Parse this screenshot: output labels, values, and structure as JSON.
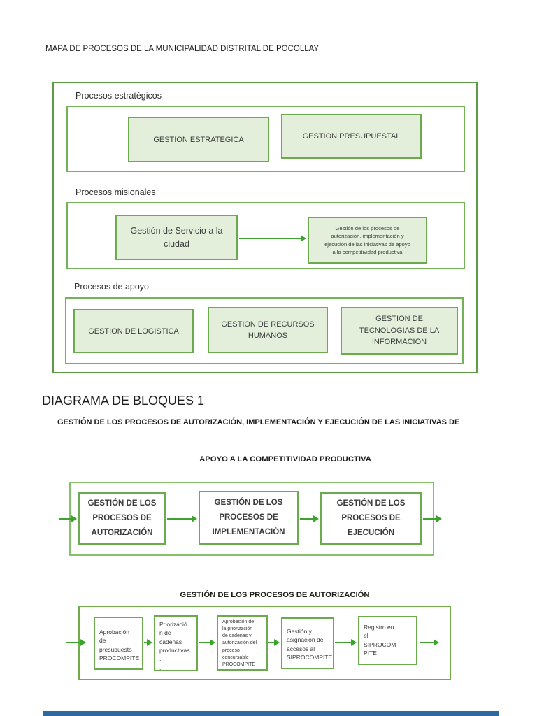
{
  "page": {
    "title": "MAPA DE PROCESOS DE LA MUNICIPALIDAD DISTRITAL DE POCOLLAY"
  },
  "process_map": {
    "sections": [
      {
        "label": "Procesos estratégicos",
        "boxes": [
          "GESTION ESTRATEGICA",
          "GESTION PRESUPUESTAL"
        ]
      },
      {
        "label": "Procesos misionales",
        "boxes": [
          "Gestión de Servicio a la\nciudad",
          "Gestión de los procesos de\nautorización, implementación y\nejecución de las iniciativas de apoyo\na la competitividad productiva"
        ]
      },
      {
        "label": "Procesos de apoyo",
        "boxes": [
          "GESTION DE LOGISTICA",
          "GESTION DE RECURSOS\nHUMANOS",
          "GESTION DE\nTECNOLOGIAS DE LA\nINFORMACION"
        ]
      }
    ]
  },
  "block_diagram": {
    "heading": "DIAGRAMA DE BLOQUES 1",
    "subtitle_line1": "GESTIÓN DE LOS PROCESOS DE AUTORIZACIÓN, IMPLEMENTACIÓN Y EJECUCIÓN DE LAS INICIATIVAS DE",
    "subtitle_line2": "APOYO A LA COMPETITIVIDAD PRODUCTIVA",
    "blocks": [
      "GESTIÓN DE LOS\nPROCESOS DE\nAUTORIZACIÓN",
      "GESTIÓN DE LOS\nPROCESOS DE\nIMPLEMENTACIÓN",
      "GESTIÓN DE LOS\nPROCESOS DE\nEJECUCIÓN"
    ]
  },
  "authorization_flow": {
    "heading": "GESTIÓN DE LOS PROCESOS DE AUTORIZACIÓN",
    "steps": [
      "Aprobación\nde\npresupuesto\nPROCOMPITE",
      "Priorizació\nn de\ncadenas\nproductivas\n.\n.",
      "Aprobación de\nla priorización\nde cadenas y\nautorización del\nproceso\nconcursable\nPROCOMPITE",
      "Gestión y\nasignación de\naccesos al\nSIPROCOMPITE",
      "Registro en\nel\nSIPROCOM\nPITE"
    ]
  },
  "colors": {
    "green_border": "#5d9c44",
    "light_green_fill": "#e3efda",
    "arrow_green": "#3da32e",
    "bottom_edge_blue": "#2d6a9f"
  }
}
